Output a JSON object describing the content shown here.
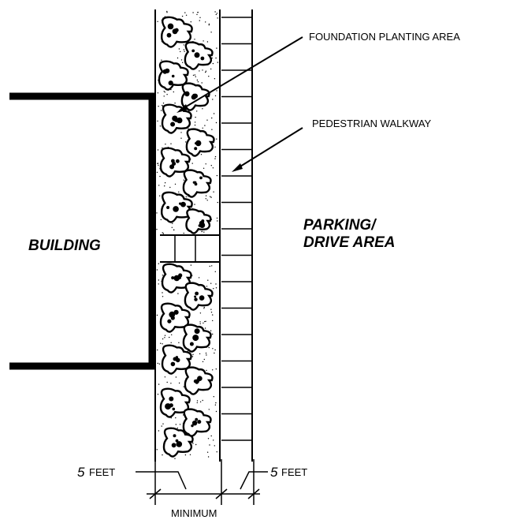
{
  "labels": {
    "foundation_planting_area": "FOUNDATION PLANTING AREA",
    "pedestrian_walkway": "PEDESTRIAN WALKWAY",
    "parking_line1": "PARKING/",
    "parking_line2": "DRIVE AREA",
    "building": "BUILDING",
    "dim_left_value": "5",
    "dim_left_unit": "FEET",
    "dim_right_value": "5",
    "dim_right_unit": "FEET",
    "minimum": "MINIMUM"
  },
  "colors": {
    "ink": "#000000",
    "paper": "#ffffff"
  }
}
